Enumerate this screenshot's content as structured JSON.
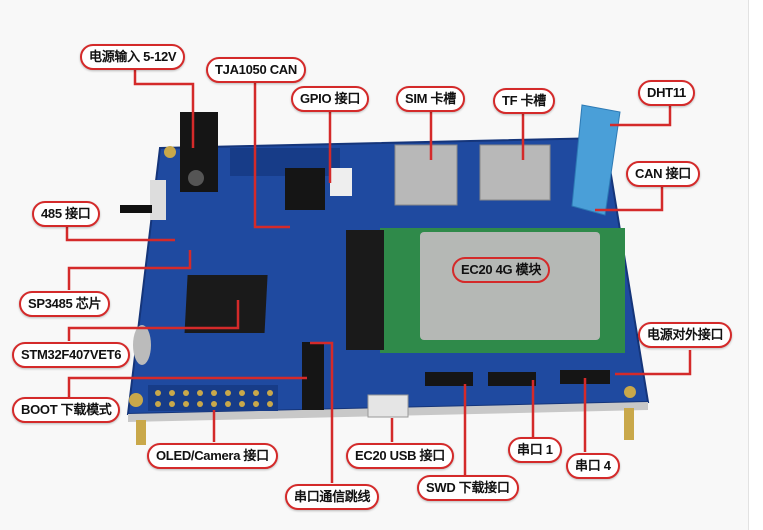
{
  "labels": {
    "power_in": "电源输入 5-12V",
    "tja1050": "TJA1050 CAN",
    "gpio": "GPIO 接口",
    "sim": "SIM 卡槽",
    "tf": "TF 卡槽",
    "dht11": "DHT11",
    "can": "CAN 接口",
    "rs485": "485 接口",
    "sp3485": "SP3485 芯片",
    "stm32": "STM32F407VET6",
    "boot": "BOOT 下载模式",
    "ec20_module": "EC20  4G 模块",
    "power_out": "电源对外接口",
    "oled_camera": "OLED/Camera 接口",
    "ec20_usb": "EC20  USB 接口",
    "uart1": "串口 1",
    "uart4": "串口 4",
    "swd": "SWD 下载接口",
    "uart_jumper": "串口通信跳线"
  },
  "colors": {
    "board": "#1f4aa0",
    "module": "#2f8a4a",
    "callout": "#d42a2a"
  }
}
